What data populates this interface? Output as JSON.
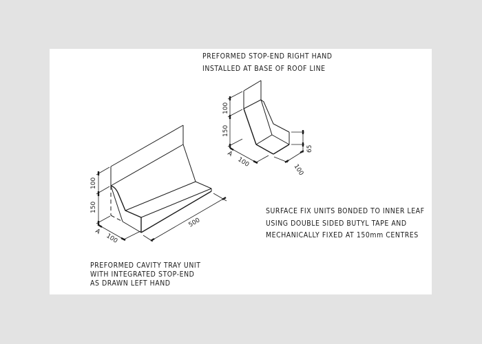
{
  "drawing": {
    "background_color": "#e3e3e3",
    "sheet_color": "#ffffff",
    "line_color": "#1a1a1a"
  },
  "notes": {
    "stop_end": {
      "lines": [
        "PREFORMED STOP-END RIGHT HAND",
        "INSTALLED AT BASE OF ROOF LINE"
      ]
    },
    "fixing": {
      "lines": [
        "SURFACE FIX UNITS BONDED TO INNER LEAF",
        "USING DOUBLE SIDED BUTYL TAPE AND",
        "MECHANICALLY FIXED AT 150mm CENTRES"
      ]
    },
    "cavity_tray": {
      "lines": [
        "PREFORMED CAVITY TRAY UNIT",
        "WITH INTEGRATED STOP-END",
        "AS DRAWN LEFT HAND"
      ]
    }
  },
  "left_unit": {
    "name": "Preformed cavity tray unit",
    "dimensions": {
      "upstand_top": "100",
      "upstand_slope": "150",
      "depth": "100",
      "length": "500",
      "marker": "A"
    }
  },
  "right_unit": {
    "name": "Preformed stop-end right hand",
    "dimensions": {
      "upstand_top": "100",
      "upstand_slope": "150",
      "depth": "100",
      "width": "100",
      "stop_height": "65",
      "marker": "A"
    }
  }
}
